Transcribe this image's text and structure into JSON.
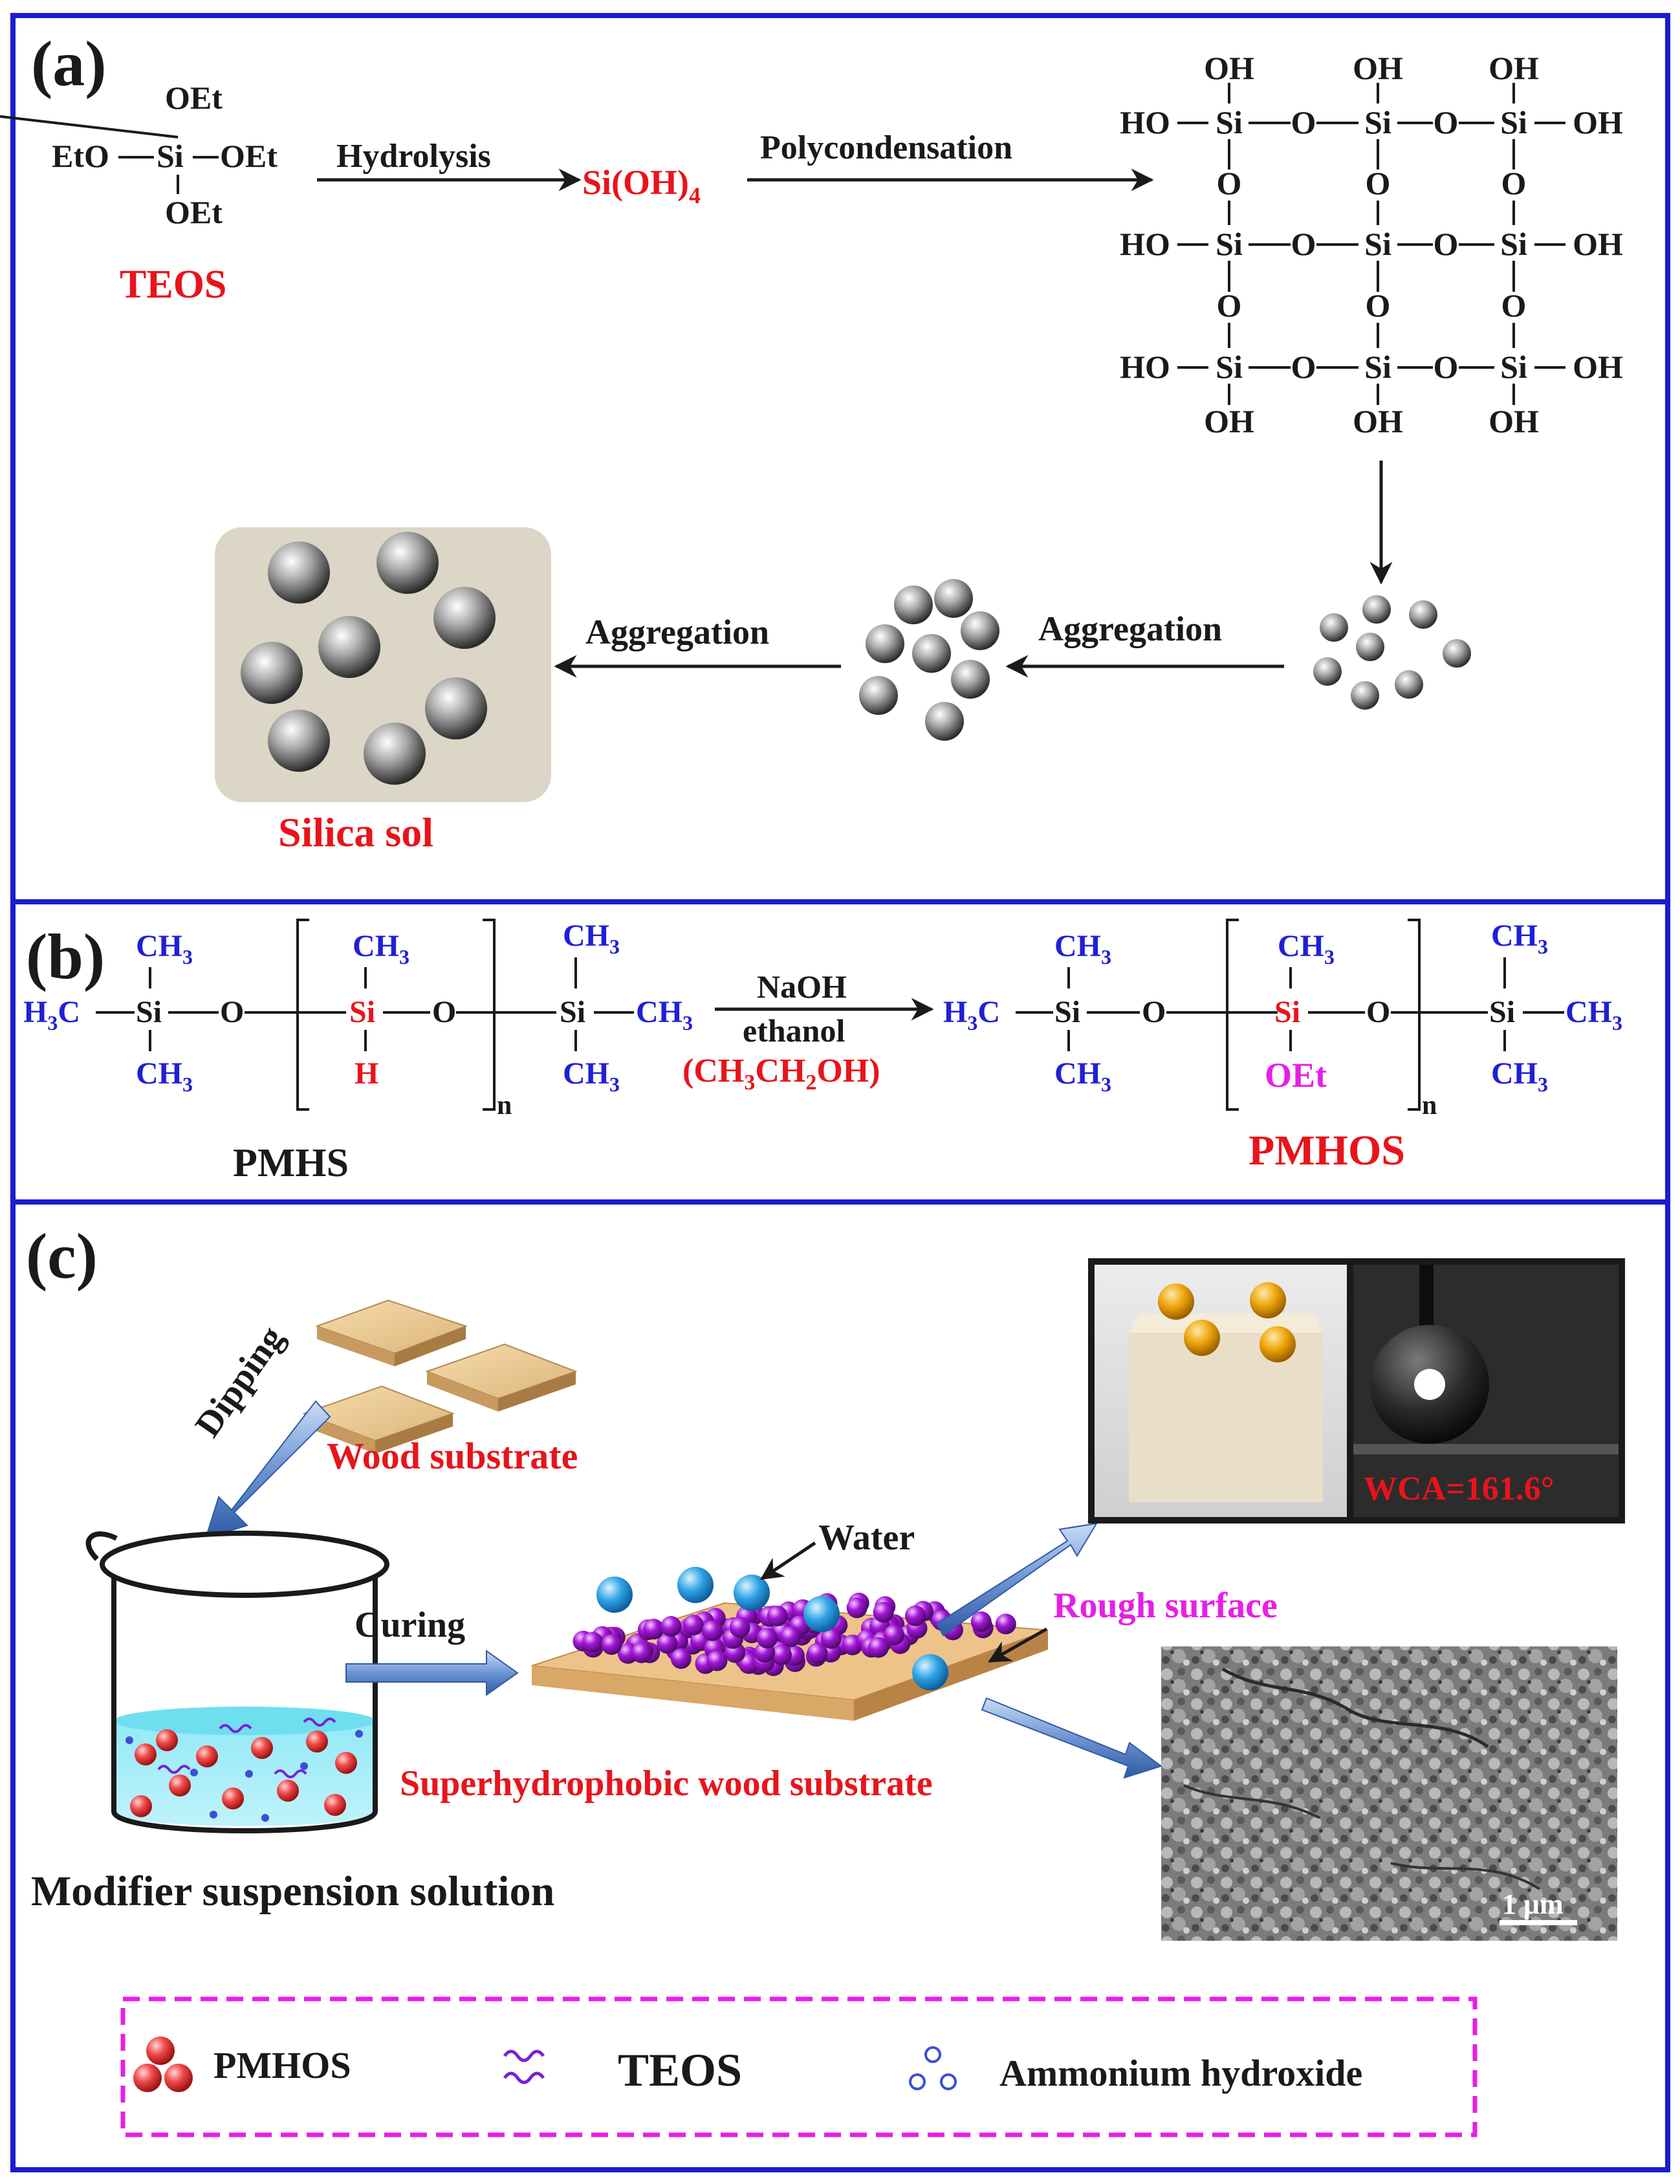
{
  "panel_a": {
    "label": "(a)",
    "teos_oet_top": "OEt",
    "teos_left": "EtO",
    "teos_si": "Si",
    "teos_oet_right": "OEt",
    "teos_oet_bottom": "OEt",
    "teos_name": "TEOS",
    "hydrolysis": "Hydrolysis",
    "sioh4_main": "Si(OH)",
    "sioh4_sub": "4",
    "polycondensation": "Polycondensation",
    "net_oh": "OH",
    "net_ho": "HO",
    "net_si": "Si",
    "net_o": "O",
    "aggregation_1": "Aggregation",
    "aggregation_2": "Aggregation",
    "silica_sol": "Silica sol"
  },
  "panel_b": {
    "label": "(b)",
    "ch3_main": "CH",
    "ch3_sub": "3",
    "h3c_pre": "H",
    "h3c_sub": "3",
    "h3c_post": "C",
    "si": "Si",
    "o": "O",
    "h": "H",
    "n": "n",
    "naoh": "NaOH",
    "ethanol": "ethanol",
    "ethanol_formula": "(CH3CH2OH)",
    "oet": "OEt",
    "pmhs": "PMHS",
    "pmhos": "PMHOS"
  },
  "panel_c": {
    "label": "(c)",
    "dipping": "Dipping",
    "wood_substrate": "Wood substrate",
    "curing": "Curing",
    "water": "Water",
    "rough_surface": "Rough surface",
    "superhydrophobic": "Superhydrophobic wood  substrate",
    "modifier": "Modifier suspension solution",
    "wca": "WCA=161.6°",
    "scale_bar": "1 μm",
    "legend": {
      "pmhos": "PMHOS",
      "teos": "TEOS",
      "ammonium": "Ammonium hydroxide"
    }
  },
  "colors": {
    "frame": "#1c1ccf",
    "label_red": "#e8141b",
    "methyl_blue": "#1f1fd6",
    "magenta": "#e61fe6",
    "legend_border": "#e61fe6"
  }
}
